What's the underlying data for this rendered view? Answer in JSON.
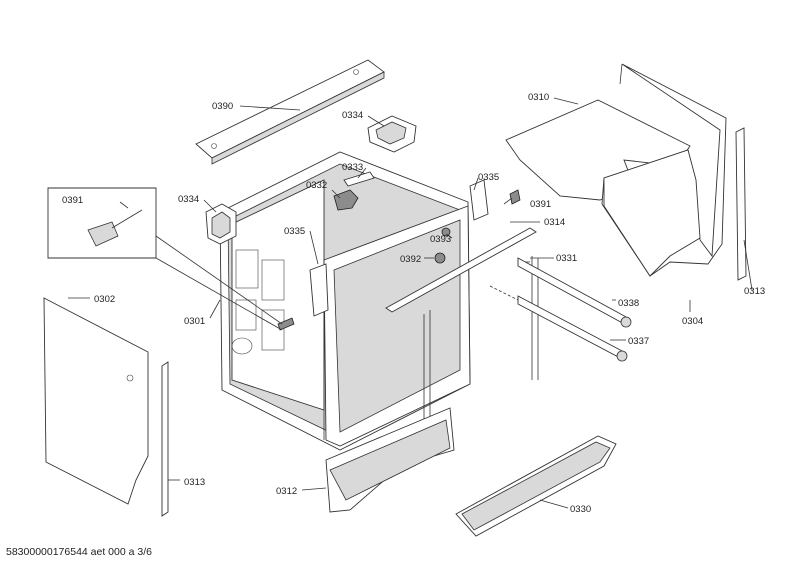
{
  "callouts": [
    {
      "id": "c0390",
      "text": "0390"
    },
    {
      "id": "c0334a",
      "text": "0334"
    },
    {
      "id": "c0310",
      "text": "0310"
    },
    {
      "id": "c0333",
      "text": "0333"
    },
    {
      "id": "c0332",
      "text": "0332"
    },
    {
      "id": "c0335a",
      "text": "0335"
    },
    {
      "id": "c0391a",
      "text": "0391"
    },
    {
      "id": "c0391b",
      "text": "0391"
    },
    {
      "id": "c0334b",
      "text": "0334"
    },
    {
      "id": "c0314",
      "text": "0314"
    },
    {
      "id": "c0393",
      "text": "0393"
    },
    {
      "id": "c0335b",
      "text": "0335"
    },
    {
      "id": "c0392",
      "text": "0392"
    },
    {
      "id": "c0331",
      "text": "0331"
    },
    {
      "id": "c0313a",
      "text": "0313"
    },
    {
      "id": "c0302",
      "text": "0302"
    },
    {
      "id": "c0338",
      "text": "0338"
    },
    {
      "id": "c0301",
      "text": "0301"
    },
    {
      "id": "c0304",
      "text": "0304"
    },
    {
      "id": "c0337",
      "text": "0337"
    },
    {
      "id": "c0313b",
      "text": "0313"
    },
    {
      "id": "c0312",
      "text": "0312"
    },
    {
      "id": "c0330",
      "text": "0330"
    }
  ],
  "footer": {
    "text": "58300000176544 aet 000 a 3/6"
  }
}
